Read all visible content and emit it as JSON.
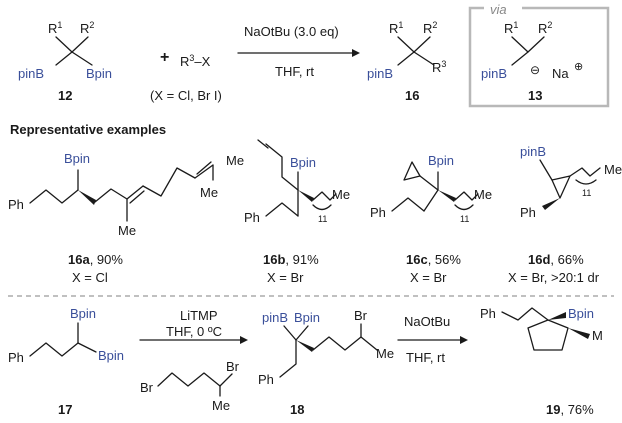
{
  "top": {
    "R1": "R",
    "R1_sup": "1",
    "R2": "R",
    "R2_sup": "2",
    "pinB": "pinB",
    "Bpin": "Bpin",
    "plus": "+",
    "reagent_R": "R",
    "reagent_sup": "3",
    "reagent_X": "–X",
    "halides": "(X = Cl, Br I)",
    "cond_line1": "NaOtBu (3.0 eq)",
    "cond_line2": "THF, rt",
    "cpd12": "12",
    "cpd16": "16",
    "cpd13": "13",
    "R3": "R",
    "R3_sup": "3",
    "via": "via",
    "Na": "Na"
  },
  "section_title": "Representative examples",
  "examples": [
    {
      "id": "16a",
      "yield": ", 90%",
      "x": "X = Cl",
      "Me1": "Me",
      "Me2": "Me",
      "Me3": "Me",
      "Ph": "Ph",
      "Bpin": "Bpin"
    },
    {
      "id": "16b",
      "yield": ", 91%",
      "x": "X = Br",
      "Ph": "Ph",
      "Bpin": "Bpin",
      "Me": "Me",
      "n": "11"
    },
    {
      "id": "16c",
      "yield": ", 56%",
      "x": "X = Br",
      "Ph": "Ph",
      "Bpin": "Bpin",
      "Me": "Me",
      "n": "11"
    },
    {
      "id": "16d",
      "yield": ", 66%",
      "x": "X = Br, >20:1 dr",
      "Ph": "Ph",
      "pinB": "pinB",
      "Me": "Me",
      "n": "11"
    }
  ],
  "bottom": {
    "cpd17": "17",
    "cpd18": "18",
    "cpd19": "19",
    "yield19": ", 76%",
    "step1_l1": "LiTMP",
    "step1_l2": "THF, 0 ºC",
    "step2_l1": "NaOtBu",
    "step2_l2": "THF, rt",
    "Ph": "Ph",
    "Bpin": "Bpin",
    "pinB": "pinB",
    "Br": "Br",
    "Me": "Me",
    "M": "M"
  }
}
